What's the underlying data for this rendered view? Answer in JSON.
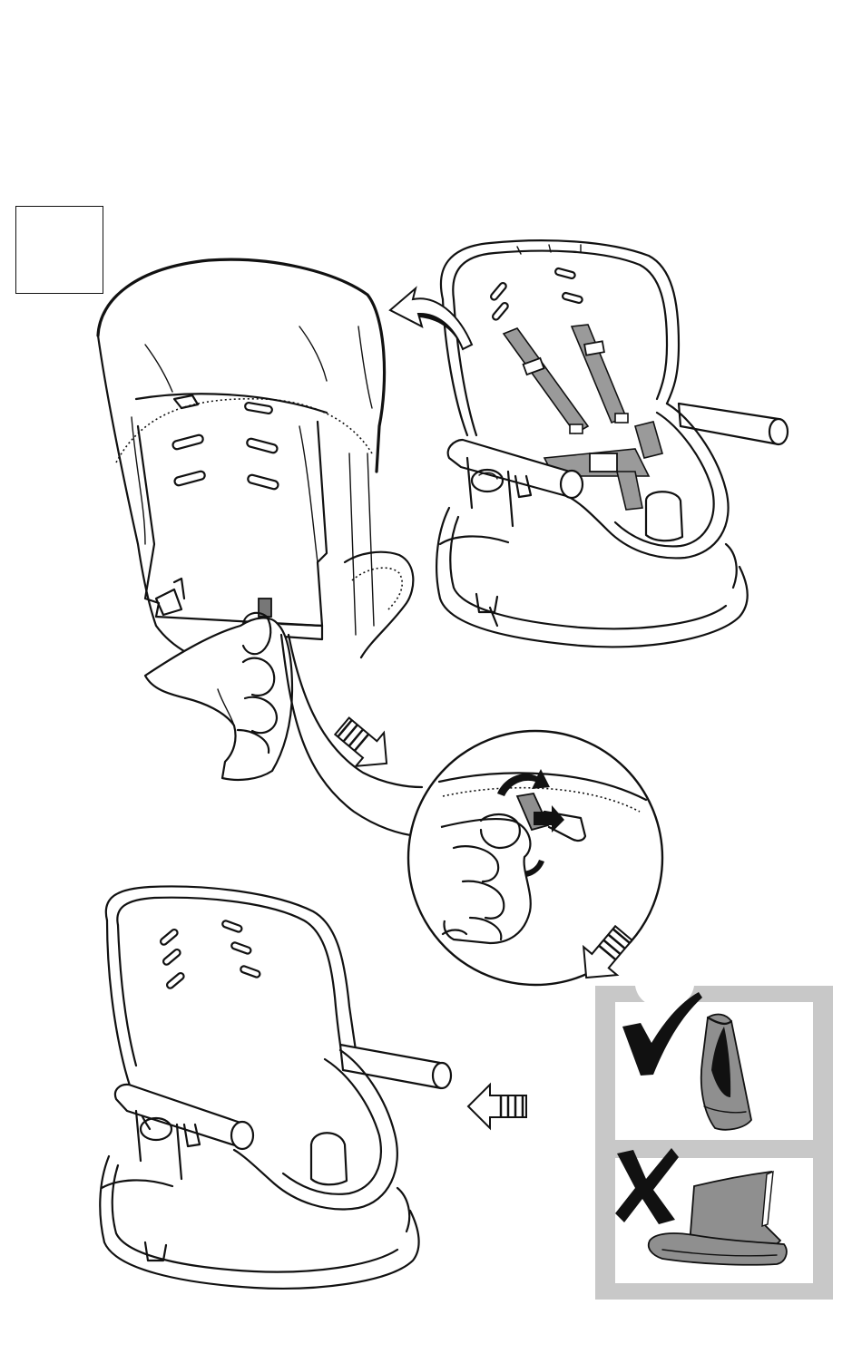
{
  "colors": {
    "line": "#111111",
    "paper": "#ffffff",
    "strap_gray": "#9a9a9a",
    "panel_gray": "#c8c8c8",
    "fabric_gray": "#8f8f8f",
    "arrow_fill": "#111111"
  },
  "icons": {
    "step_box": "empty-step-number-box",
    "correct": "check-mark-icon",
    "incorrect": "x-mark-icon",
    "direction_arrows": [
      "block-arrow-down-right-icon",
      "block-arrow-down-left-icon",
      "block-arrow-left-icon",
      "curved-arrow-left-icon",
      "rotate-arrow-icon"
    ]
  },
  "panels": [
    {
      "name": "remove-cover-from-back"
    },
    {
      "name": "seat-with-harness"
    },
    {
      "name": "clip-detail-magnified"
    },
    {
      "name": "bare-seat-shell"
    },
    {
      "name": "fold-correct-vs-incorrect"
    }
  ]
}
